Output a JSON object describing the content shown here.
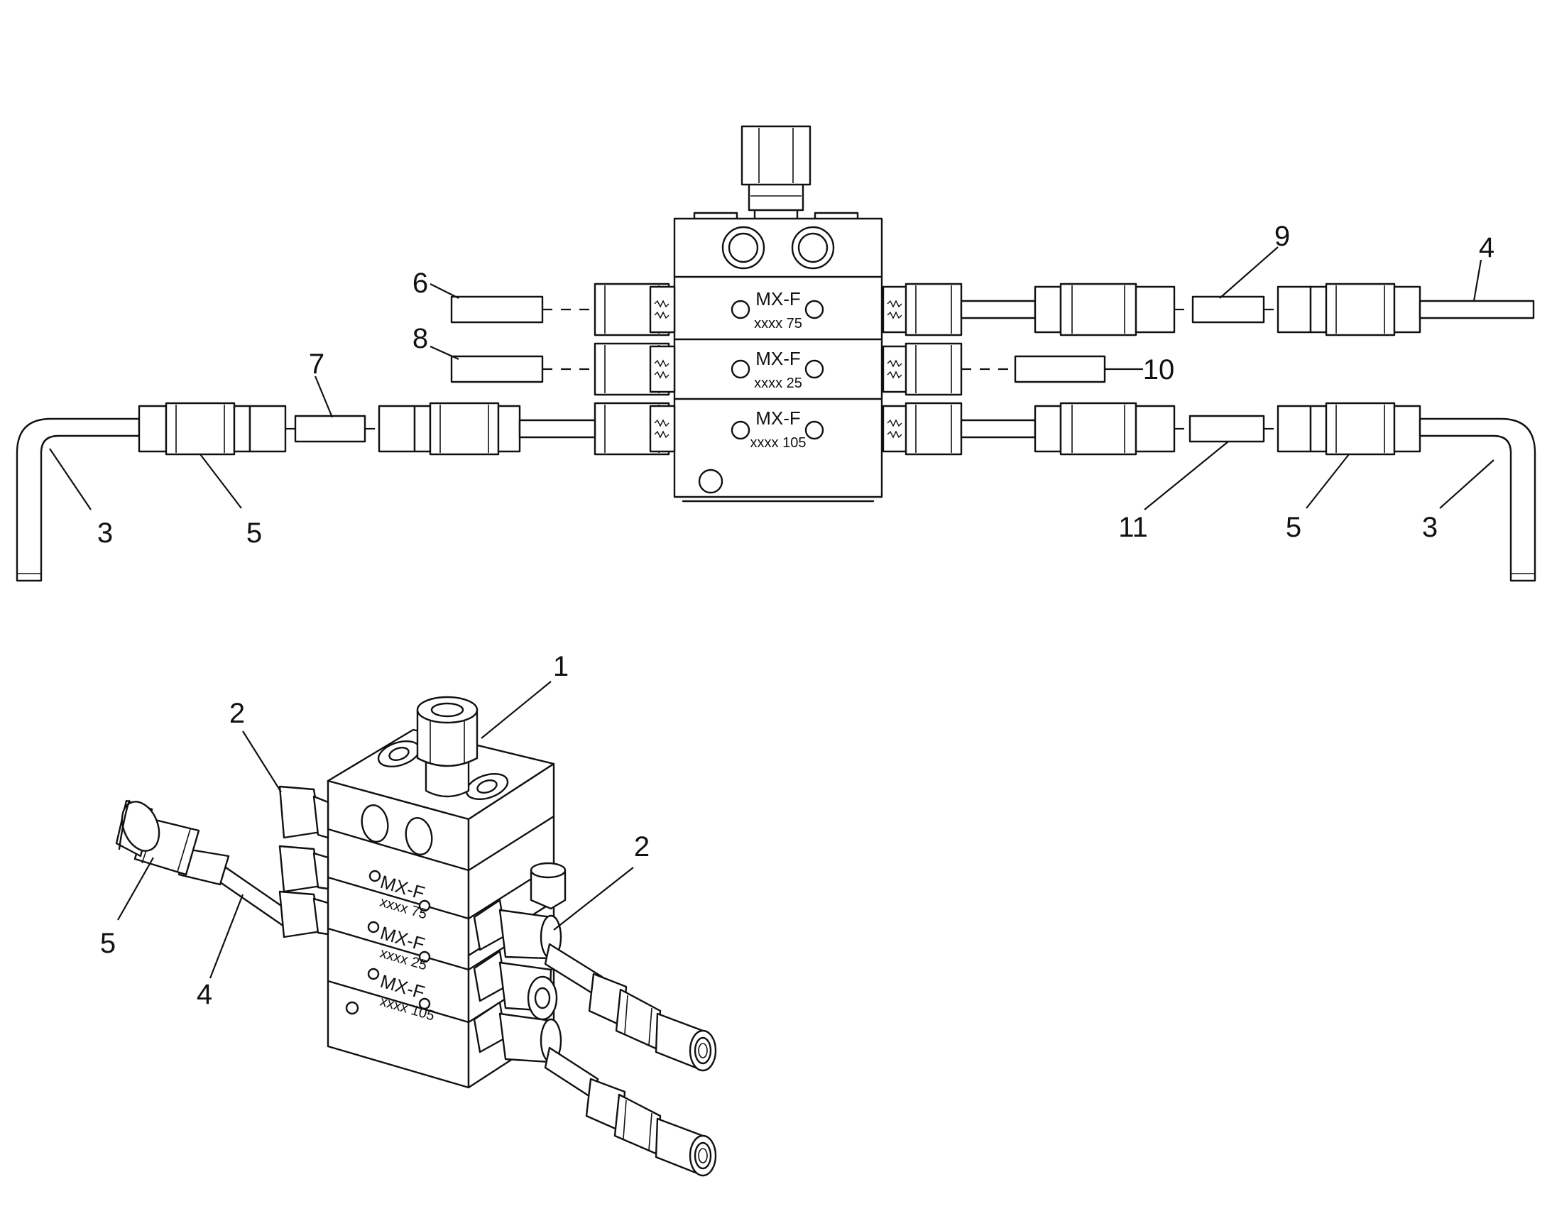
{
  "callouts": {
    "c1": "1",
    "c2a": "2",
    "c2b": "2",
    "c3a": "3",
    "c3b": "3",
    "c4a": "4",
    "c4b": "4",
    "c5a": "5",
    "c5b": "5",
    "c5c": "5",
    "c6": "6",
    "c7": "7",
    "c8": "8",
    "c9": "9",
    "c10": "10",
    "c11": "11"
  },
  "block_markings": {
    "sec1_model": "MX-F",
    "sec1_size": "xxxx 75",
    "sec2_model": "MX-F",
    "sec2_size": "xxxx 25",
    "sec3_model": "MX-F",
    "sec3_size": "xxxx 105"
  },
  "iso_markings": {
    "sec1_model": "MX-F",
    "sec1_size": "xxxx 75",
    "sec2_model": "MX-F",
    "sec2_size": "xxxx 25",
    "sec3_model": "MX-F",
    "sec3_size": "xxxx 105"
  }
}
